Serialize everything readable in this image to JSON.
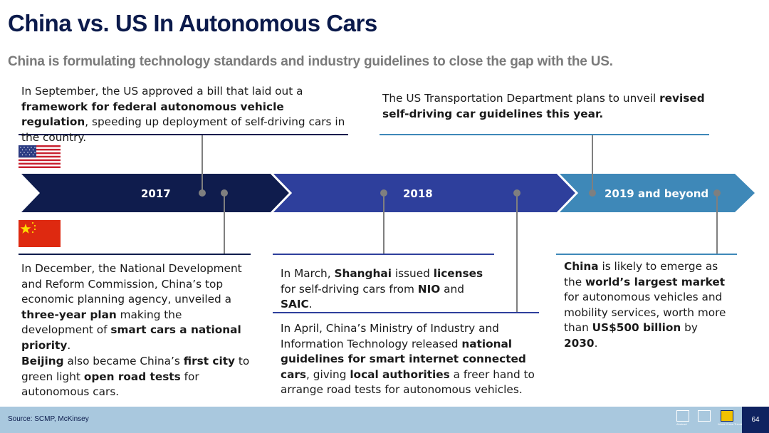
{
  "title": "China vs. US In Autonomous Cars",
  "subtitle": "China is formulating technology standards and industry guidelines to close the gap with the US.",
  "timeline": {
    "segments": [
      {
        "label": "2017",
        "color": "#0f1c4d"
      },
      {
        "label": "2018",
        "color": "#2e3f9c"
      },
      {
        "label": "2019 and beyond",
        "color": "#3e88b8"
      }
    ]
  },
  "us_events": [
    {
      "parts": [
        {
          "t": "In September, the US approved a bill that laid out a ",
          "b": false
        },
        {
          "t": "framework for federal autonomous vehicle regulation",
          "b": true
        },
        {
          "t": ", speeding up deployment of self-driving cars in the country.",
          "b": false
        }
      ]
    },
    {
      "parts": [
        {
          "t": "The US Transportation Department plans to unveil ",
          "b": false
        },
        {
          "t": "revised self-driving car guidelines this year.",
          "b": true
        }
      ]
    }
  ],
  "china_events": [
    {
      "parts": [
        {
          "t": "In December, the National Development and Reform Commission, China’s top economic planning agency, unveiled a ",
          "b": false
        },
        {
          "t": "three-year plan",
          "b": true
        },
        {
          "t": " making the development of ",
          "b": false
        },
        {
          "t": "smart cars a national priority",
          "b": true
        },
        {
          "t": ".",
          "b": false
        }
      ]
    },
    {
      "parts": [
        {
          "t": "Beijing",
          "b": true
        },
        {
          "t": " also became China’s ",
          "b": false
        },
        {
          "t": "first city",
          "b": true
        },
        {
          "t": " to green light ",
          "b": false
        },
        {
          "t": "open road tests",
          "b": true
        },
        {
          "t": " for autonomous cars.",
          "b": false
        }
      ]
    },
    {
      "parts": [
        {
          "t": "In March, ",
          "b": false
        },
        {
          "t": "Shanghai",
          "b": true
        },
        {
          "t": " issued ",
          "b": false
        },
        {
          "t": "licenses",
          "b": true
        },
        {
          "t": " for self-driving cars from ",
          "b": false
        },
        {
          "t": "NIO",
          "b": true
        },
        {
          "t": " and ",
          "b": false
        },
        {
          "t": "SAIC",
          "b": true
        },
        {
          "t": ".",
          "b": false
        }
      ]
    },
    {
      "parts": [
        {
          "t": "In April, China’s Ministry of Industry and Information Technology released ",
          "b": false
        },
        {
          "t": "national guidelines for smart internet connected cars",
          "b": true
        },
        {
          "t": ", giving ",
          "b": false
        },
        {
          "t": "local authorities",
          "b": true
        },
        {
          "t": " a freer hand to arrange road tests for autonomous vehicles.",
          "b": false
        }
      ]
    },
    {
      "parts": [
        {
          "t": "China",
          "b": true
        },
        {
          "t": " is likely to emerge as the ",
          "b": false
        },
        {
          "t": "world’s largest market",
          "b": true
        },
        {
          "t": " for autonomous vehicles and mobility services, worth more than ",
          "b": false
        },
        {
          "t": "US$500 billion",
          "b": true
        },
        {
          "t": " by ",
          "b": false
        },
        {
          "t": "2030",
          "b": true
        },
        {
          "t": ".",
          "b": false
        }
      ]
    }
  ],
  "footer": {
    "source": "Source: SCMP, McKinsey",
    "page_number": "64",
    "logos": [
      {
        "icon": "book-icon",
        "caption": "Abstract"
      },
      {
        "icon": "500-icon",
        "caption": ""
      },
      {
        "icon": "world-china-icon",
        "caption": "World China Thinking Pew"
      }
    ]
  }
}
